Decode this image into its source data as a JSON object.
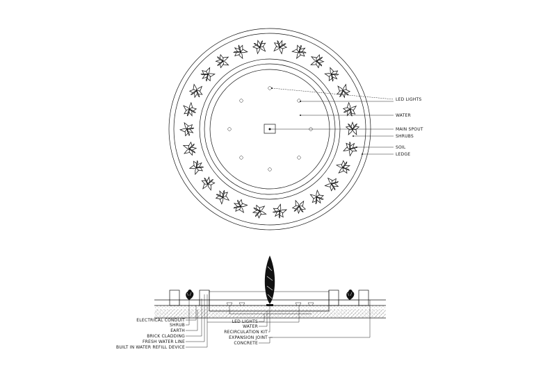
{
  "plan": {
    "labels": {
      "led_lights": "LED LIGHTS",
      "water": "WATER",
      "main_spout": "MAIN SPOUT",
      "shrubs": "SHRUBS",
      "soil": "SOIL",
      "ledge": "LEDGE"
    }
  },
  "section": {
    "left_labels": {
      "electrical_conduit": "ELECTRICAL CONDUIT",
      "shrub": "SHRUB",
      "earth": "EARTH",
      "brick_cladding": "BRICK CLADDING",
      "fresh_water_line": "FRESH WATER LINE",
      "built_in_water_refill_device": "BUILT IN WATER REFILL DEVICE"
    },
    "center_labels": {
      "led_lights": "LED LIGHTS",
      "water": "WATER",
      "recirculation_kit": "RECIRCULATION KIT",
      "expansion_joint": "EXPANSION JOINT",
      "concrete": "CONCRETE"
    }
  },
  "icons": [
    "shrub-icon",
    "led-light-icon",
    "spout-icon",
    "tree-icon"
  ],
  "colors": {
    "line": "#111111",
    "background": "#ffffff",
    "hatch": "#555555"
  }
}
